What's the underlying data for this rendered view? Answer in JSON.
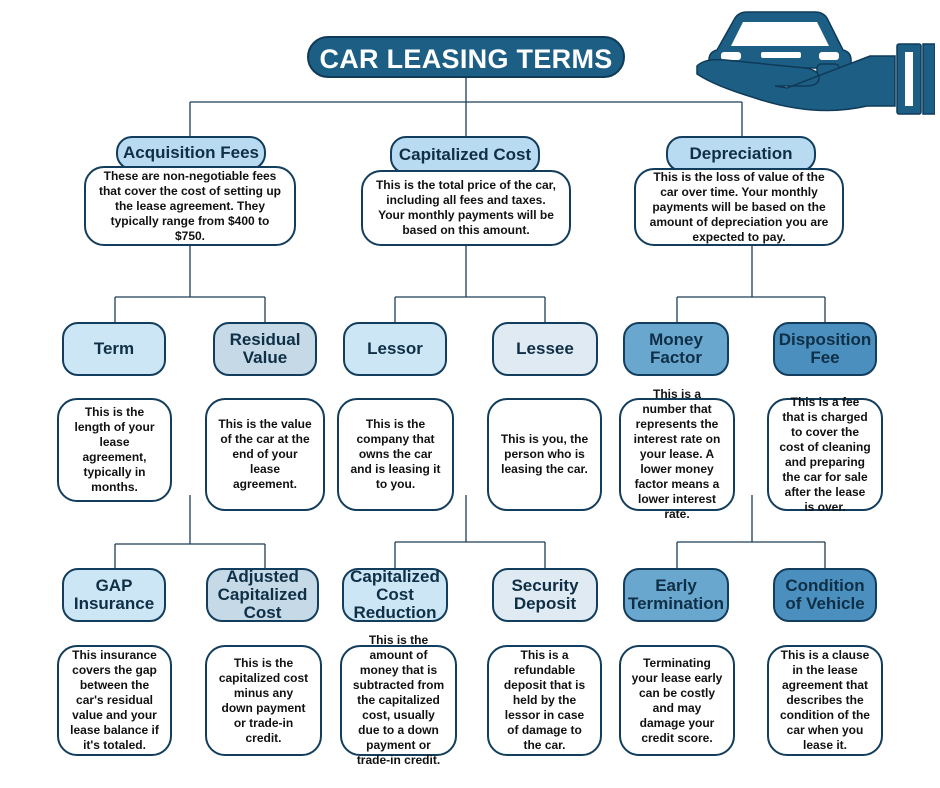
{
  "title": "CAR LEASING TERMS",
  "colors": {
    "title_bg": "#1d5e85",
    "stroke": "#123d5c",
    "icon": "#1d5e85"
  },
  "icon": "car-on-hand-icon",
  "top": [
    {
      "term": "Acquisition Fees",
      "desc": "These are non-negotiable fees that cover the cost of setting up the lease agreement. They typically range from $400 to $750."
    },
    {
      "term": "Capitalized Cost",
      "desc": "This is the total price of the car, including all fees and taxes. Your monthly payments will be based on this amount."
    },
    {
      "term": "Depreciation",
      "desc": "This is the loss of value of the car over time. Your monthly payments will be based on the amount of depreciation you are expected to pay."
    }
  ],
  "middle": [
    {
      "term": "Term",
      "desc": "This is the length of your lease agreement, typically in months."
    },
    {
      "term": "Residual Value",
      "desc": "This is the value of the car at the end of your lease agreement."
    },
    {
      "term": "Lessor",
      "desc": "This is the company that owns the car and is leasing it to you."
    },
    {
      "term": "Lessee",
      "desc": "This is you, the person who is leasing the car."
    },
    {
      "term": "Money Factor",
      "desc": "This is a number that represents the interest rate on your lease. A lower money factor means a lower interest rate."
    },
    {
      "term": "Disposition Fee",
      "desc": "This is a fee that is charged to cover the cost of cleaning and preparing the car for sale after the lease is over."
    }
  ],
  "bottom": [
    {
      "term": "GAP Insurance",
      "desc": "This insurance covers the gap between the car's residual value and your lease balance if it's totaled."
    },
    {
      "term": "Adjusted Capitalized Cost",
      "desc": "This is the capitalized cost minus any down payment or trade-in credit."
    },
    {
      "term": "Capitalized Cost Reduction",
      "desc": "This is the amount of money that is subtracted from the capitalized cost, usually due to a down payment or trade-in credit."
    },
    {
      "term": "Security Deposit",
      "desc": "This is a refundable deposit that is held by the lessor in case of damage to the car."
    },
    {
      "term": "Early Termination",
      "desc": "Terminating your lease early can be costly and may damage your credit score."
    },
    {
      "term": "Condition of Vehicle",
      "desc": "This is a clause in the lease agreement that describes the condition of the car when you lease it."
    }
  ]
}
